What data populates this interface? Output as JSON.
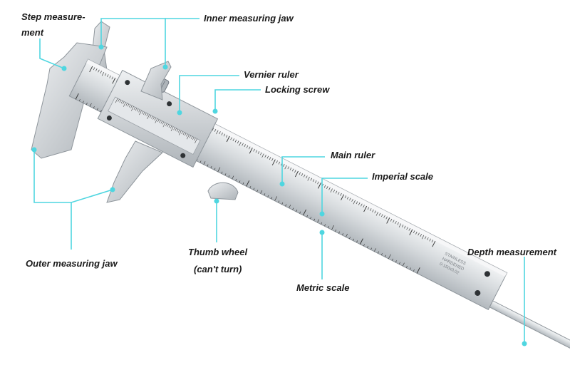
{
  "labels": {
    "step_measurement_line1": "Step measure-",
    "step_measurement_line2": "ment",
    "inner_measuring_jaw": "Inner measuring jaw",
    "vernier_ruler": "Vernier ruler",
    "locking_screw": "Locking screw",
    "main_ruler": "Main ruler",
    "imperial_scale": "Imperial scale",
    "depth_measurement": "Depth measurement",
    "outer_measuring_jaw": "Outer measuring jaw",
    "thumb_wheel_line1": "Thumb wheel",
    "thumb_wheel_line2": "(can't turn)",
    "metric_scale": "Metric scale"
  },
  "ruler_stamp": {
    "line1": "STAINLESS",
    "line2": "HARDENED",
    "line3": "0-150x0.02"
  },
  "colors": {
    "callout": "#4fd6e0",
    "steel_light": "#e9ecee",
    "steel_mid": "#c9ced2",
    "steel_dark": "#8e959b",
    "text": "#1a1a1a"
  }
}
